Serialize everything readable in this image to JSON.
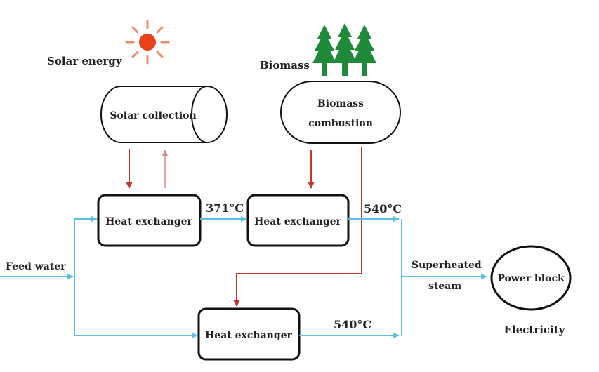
{
  "labels": {
    "solar_energy": "Solar energy",
    "biomass": "Biomass",
    "solar_collection": "Solar collection",
    "biomass_combustion_line1": "Biomass",
    "biomass_combustion_line2": "combustion",
    "heat_exchanger_1": "Heat exchanger",
    "heat_exchanger_2": "Heat exchanger",
    "heat_exchanger_3": "Heat exchanger",
    "temp_371": "371°C",
    "temp_540_top": "540°C",
    "temp_540_bottom": "540°C",
    "feed_water": "Feed water",
    "superheated_line1": "Superheated",
    "superheated_line2": "steam",
    "power_block": "Power block",
    "electricity": "Electricity"
  },
  "colors": {
    "water_line": "#5bc0e6",
    "heat_line": "#c0392b",
    "return_line": "#d98b8b",
    "sun": "#e8431a",
    "trees": "#1f8a3a",
    "stroke": "#111111"
  },
  "icons": {
    "sun": "sun-icon",
    "trees": "pine-tree-icon"
  }
}
